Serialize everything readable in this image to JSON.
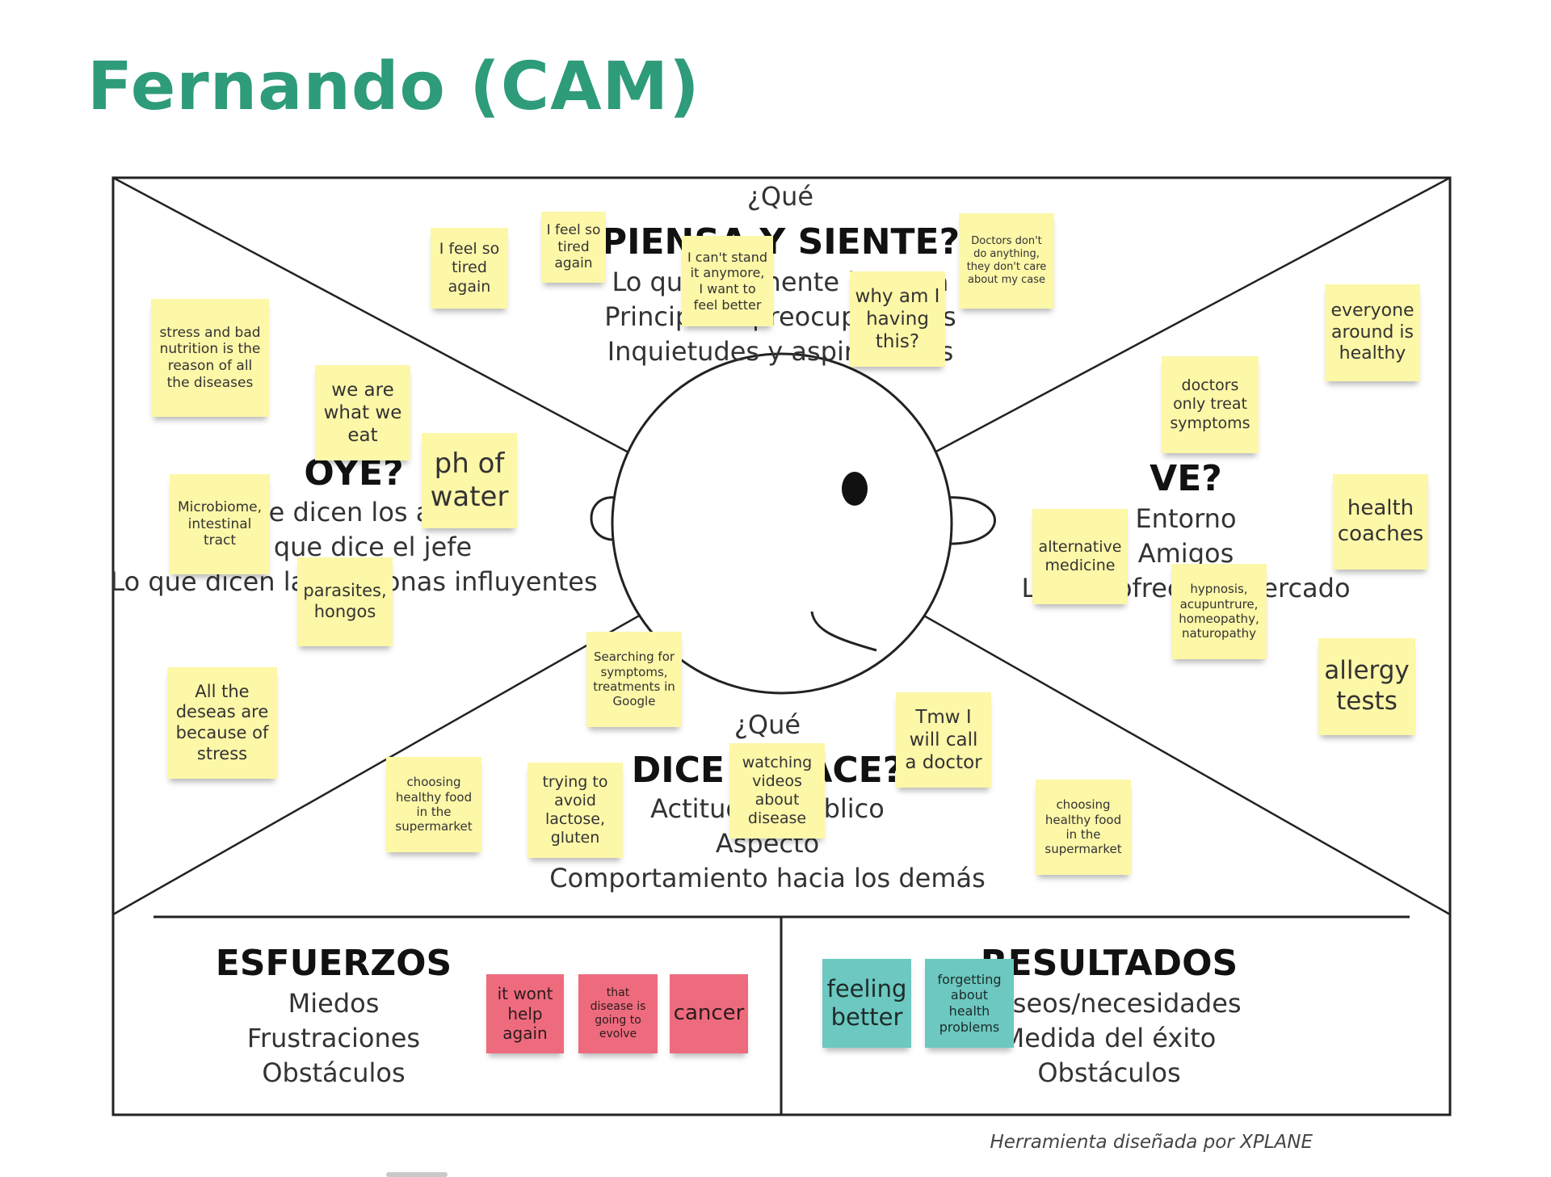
{
  "title": "Fernando (CAM)",
  "board": {
    "think": {
      "line1": "¿Qué",
      "heading": "PIENSA Y SIENTE?",
      "items": [
        "Lo que realmente importa",
        "Principales preocupaciones",
        "Inquietudes y aspiraciones"
      ]
    },
    "hear": {
      "heading": "OYE?",
      "items": [
        "Lo que dicen los amigos",
        "Lo que dice el jefe",
        "Lo que dicen las personas influyentes"
      ]
    },
    "see": {
      "heading": "VE?",
      "items": [
        "Entorno",
        "Amigos",
        "Lo que ofrece el mercado"
      ]
    },
    "say": {
      "line1": "¿Qué",
      "heading": "DICE Y HACE?",
      "items": [
        "Actitud en público",
        "Aspecto",
        "Comportamiento hacia los demás"
      ]
    },
    "pains": {
      "heading": "ESFUERZOS",
      "items": [
        "Miedos",
        "Frustraciones",
        "Obstáculos"
      ]
    },
    "gains": {
      "heading": "RESULTADOS",
      "items": [
        "Deseos/necesidades",
        "Medida del éxito",
        "Obstáculos"
      ]
    },
    "credit": "Herramienta diseñada por XPLANE"
  },
  "notes": {
    "stress_nutrition": "stress and bad nutrition is the reason of all the diseases",
    "feel_tired_1": "I feel so tired again",
    "feel_tired_2": "I feel so tired again",
    "cant_stand": "I can't stand it anymore, I want to feel better",
    "why_am_i": "why am I having this?",
    "doctors_dont": "Doctors don't do anything, they don't care about my case",
    "we_are": "we are what we eat",
    "ph_water": "ph of water",
    "microbiome": "Microbiome, intestinal tract",
    "parasites": "parasites, hongos",
    "all_deseas": "All the deseas are because of stress",
    "everyone_healthy": "everyone around is healthy",
    "doctors_symptoms": "doctors only treat symptoms",
    "health_coaches": "health coaches",
    "alt_medicine": "alternative medicine",
    "hypnosis": "hypnosis, acupuntrure, homeopathy, naturopathy",
    "allergy_tests": "allergy tests",
    "searching": "Searching for symptoms, treatments in Google",
    "choosing_1": "choosing healthy food in the supermarket",
    "avoid_lactose": "trying to avoid lactose, gluten",
    "watching_videos": "watching videos about disease",
    "call_doctor": "Tmw I will call a doctor",
    "choosing_2": "choosing healthy food in the supermarket",
    "wont_help": "it wont help again",
    "disease_evolve": "that disease is going to evolve",
    "cancer": "cancer",
    "feeling_better": "feeling better",
    "forgetting": "forgetting about health problems"
  },
  "colors": {
    "title": "#2e9b7a",
    "yellow_note": "#fdf7a8",
    "pink_note": "#ee6b7e",
    "teal_note": "#6cc8c0"
  }
}
